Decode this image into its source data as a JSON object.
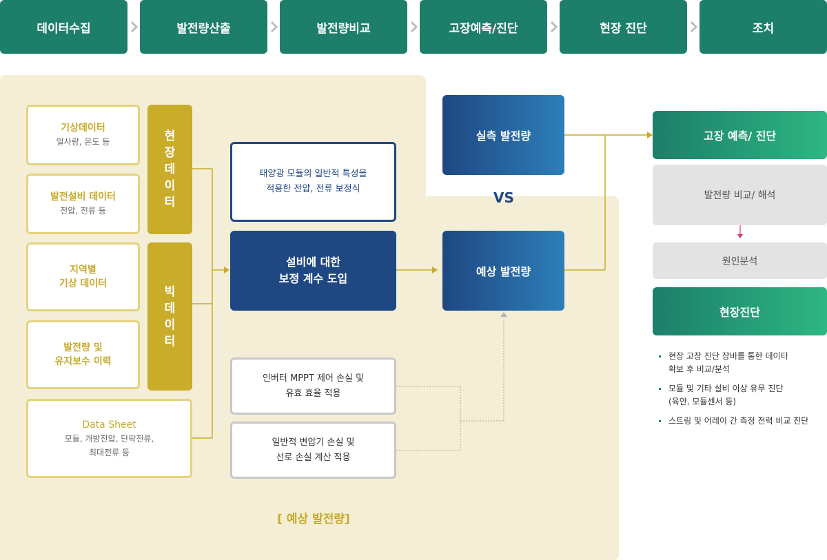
{
  "steps": [
    "데이터수집",
    "발전량산출",
    "발전량비교",
    "고장예측/진단",
    "현장 진단",
    "조치"
  ],
  "left_boxes": [
    {
      "title": "기상데이터",
      "sub": "일사량, 온도 등"
    },
    {
      "title": "발전설비 데이터",
      "sub": "전압, 전류 등"
    },
    {
      "title": "지역별\n기상 데이터",
      "sub": ""
    },
    {
      "title": "발전량 및\n유지보수 이력",
      "sub": ""
    },
    {
      "title": "Data Sheet",
      "sub": "모듈, 개방전압, 단락전류,\n최대전류 등"
    }
  ],
  "gold_labels": [
    [
      "현",
      "장",
      "데",
      "이",
      "터"
    ],
    [
      "빅",
      "데",
      "이",
      "터"
    ]
  ],
  "solar_box": "태양광 모듈의 일반적 특성을\n적용한 전압, 전류 보정식",
  "coef_box": "설비에 대한\n보정 계수 도입",
  "inverter_box": "인버터 MPPT 제어 손실 및\n유효 효율 적용",
  "transformer_box": "일반적 변압기 손실 및\n선로 손실 계산 적용",
  "measured": "실측 발전량",
  "vs": "VS",
  "predicted": "예상 발전량",
  "panel_label": "[ 예상 발전량]",
  "right": {
    "fault": "고장 예측/ 진단",
    "compare": "발전량 비교/ 해석",
    "cause": "원인분석",
    "field": "현장진단",
    "bullets": [
      "현장 고장 진단 장비를 통한 데이터\n확보 후 비교/분석",
      "모듈 및 기타 설비 이상 유무 진단\n(육안, 모듈센서 등)",
      "스트링 및 어레이 간 측정 전력 비교 진단"
    ]
  },
  "colors": {
    "step_green": "#1d7f6a",
    "gold": "#c8ac2a",
    "navy": "#1f4782",
    "beige": "#f4eed6",
    "arrow_red": "#d6336c"
  }
}
